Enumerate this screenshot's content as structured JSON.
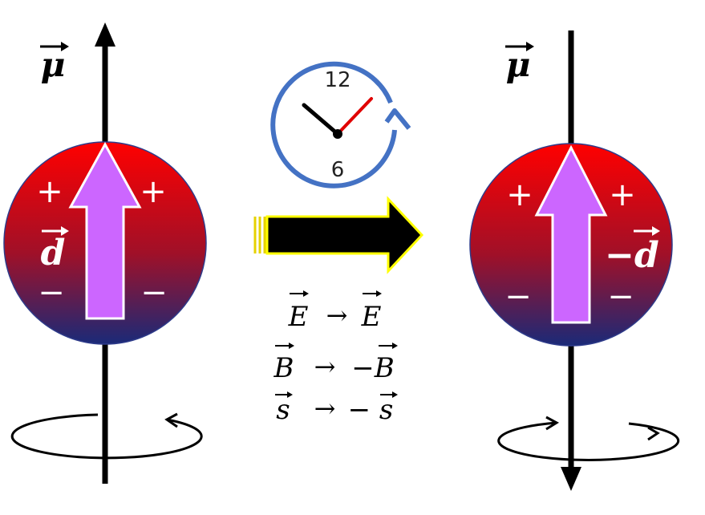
{
  "left_particle": {
    "mu_label": "μ",
    "d_label": "d",
    "charge_plus": "+",
    "charge_minus": "−"
  },
  "right_particle": {
    "mu_label": "μ",
    "d_label": "−d",
    "charge_plus": "+",
    "charge_minus": "−"
  },
  "clock": {
    "top_number": "12",
    "bottom_number": "6"
  },
  "transformations": [
    {
      "lhs": "E",
      "arrow": "→",
      "rhs": "E"
    },
    {
      "lhs": "B",
      "arrow": "→",
      "rhs": "−B"
    },
    {
      "lhs": "s",
      "arrow": "→",
      "rhs": "− s"
    }
  ],
  "colors": {
    "sphere_top": "#ff0000",
    "sphere_bottom": "#1a2a78",
    "dipole_arrow": "#cc66ff",
    "clock_ring": "#4472c4",
    "second_hand": "#e00000",
    "big_arrow_outline": "#ffff00"
  }
}
